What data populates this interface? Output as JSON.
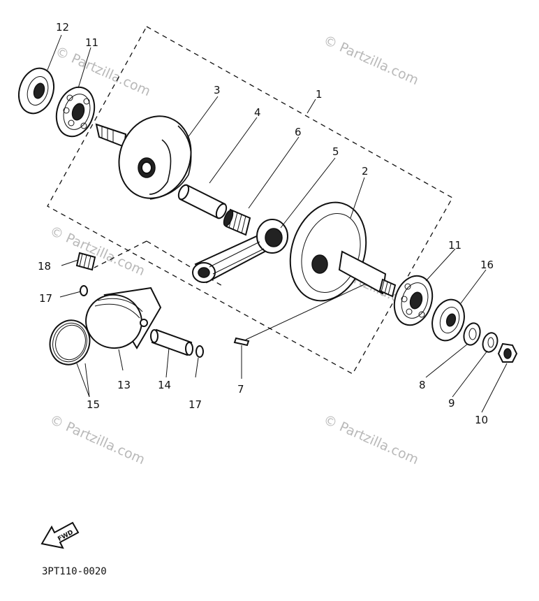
{
  "diagram": {
    "callouts": [
      {
        "id": "c1",
        "text": "1"
      },
      {
        "id": "c2",
        "text": "2"
      },
      {
        "id": "c3",
        "text": "3"
      },
      {
        "id": "c4",
        "text": "4"
      },
      {
        "id": "c5",
        "text": "5"
      },
      {
        "id": "c6",
        "text": "6"
      },
      {
        "id": "c7",
        "text": "7"
      },
      {
        "id": "c8",
        "text": "8"
      },
      {
        "id": "c9",
        "text": "9"
      },
      {
        "id": "c10",
        "text": "10"
      },
      {
        "id": "c11a",
        "text": "11"
      },
      {
        "id": "c11b",
        "text": "11"
      },
      {
        "id": "c12",
        "text": "12"
      },
      {
        "id": "c13",
        "text": "13"
      },
      {
        "id": "c14",
        "text": "14"
      },
      {
        "id": "c15",
        "text": "15"
      },
      {
        "id": "c16",
        "text": "16"
      },
      {
        "id": "c17a",
        "text": "17"
      },
      {
        "id": "c17b",
        "text": "17"
      },
      {
        "id": "c18",
        "text": "18"
      }
    ],
    "watermark_text": "© Partzilla.com",
    "fwd_label": "FWD",
    "drawing_code": "3PT110-0020"
  }
}
